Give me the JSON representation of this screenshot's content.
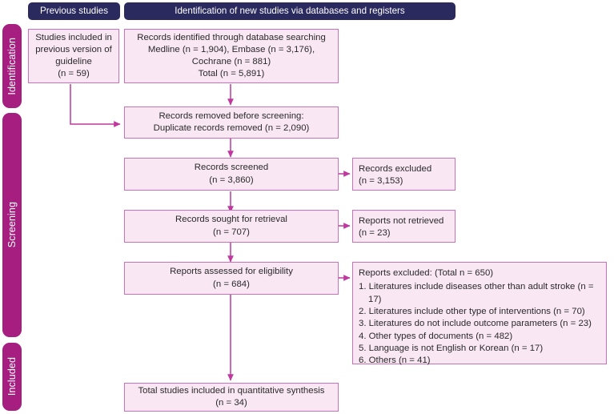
{
  "headers": [
    {
      "id": "previous-studies",
      "label": "Previous studies"
    },
    {
      "id": "new-studies",
      "label": "Identification of new studies via databases and registers"
    }
  ],
  "phases": [
    {
      "id": "identification",
      "label": "Identification"
    },
    {
      "id": "screening",
      "label": "Screening"
    },
    {
      "id": "included",
      "label": "Included"
    }
  ],
  "nodes": {
    "previous_included": {
      "lines": [
        "Studies included in",
        "previous version of",
        "guideline",
        "(n = 59)"
      ]
    },
    "records_identified": {
      "lines": [
        "Records identified through database searching",
        "Medline (n = 1,904), Embase (n = 3,176),",
        "Cochrane (n = 881)",
        "Total (n = 5,891)"
      ]
    },
    "records_removed": {
      "lines": [
        "Records removed before screening:",
        "Duplicate records removed (n = 2,090)"
      ]
    },
    "records_screened": {
      "lines": [
        "Records screened",
        "(n = 3,860)"
      ]
    },
    "records_excluded": {
      "lines": [
        "Records excluded",
        "(n = 3,153)"
      ]
    },
    "records_sought": {
      "lines": [
        "Records sought for retrieval",
        "(n = 707)"
      ]
    },
    "reports_not_retrieved": {
      "lines": [
        "Reports not retrieved",
        "(n = 23)"
      ]
    },
    "reports_assessed": {
      "lines": [
        "Reports assessed for eligibility",
        "(n = 684)"
      ]
    },
    "reports_excluded": {
      "heading": "Reports excluded: (Total n = 650)",
      "items": [
        "1. Literatures include diseases other than adult stroke (n = 17)",
        "2. Literatures include other type of interventions (n = 70)",
        "3. Literatures do not include outcome parameters (n = 23)",
        "4. Other types of documents (n = 482)",
        "5. Language is not English or Korean (n = 17)",
        "6. Others (n = 41)"
      ]
    },
    "total_included": {
      "lines": [
        "Total studies included in quantitative synthesis",
        "(n = 34)"
      ]
    }
  },
  "colors": {
    "header_bar": "#2b2a5e",
    "phase_pill": "#a61e7f",
    "node_fill": "#f9e7f4",
    "node_border": "#cc71b7",
    "connector": "#c0389f"
  }
}
